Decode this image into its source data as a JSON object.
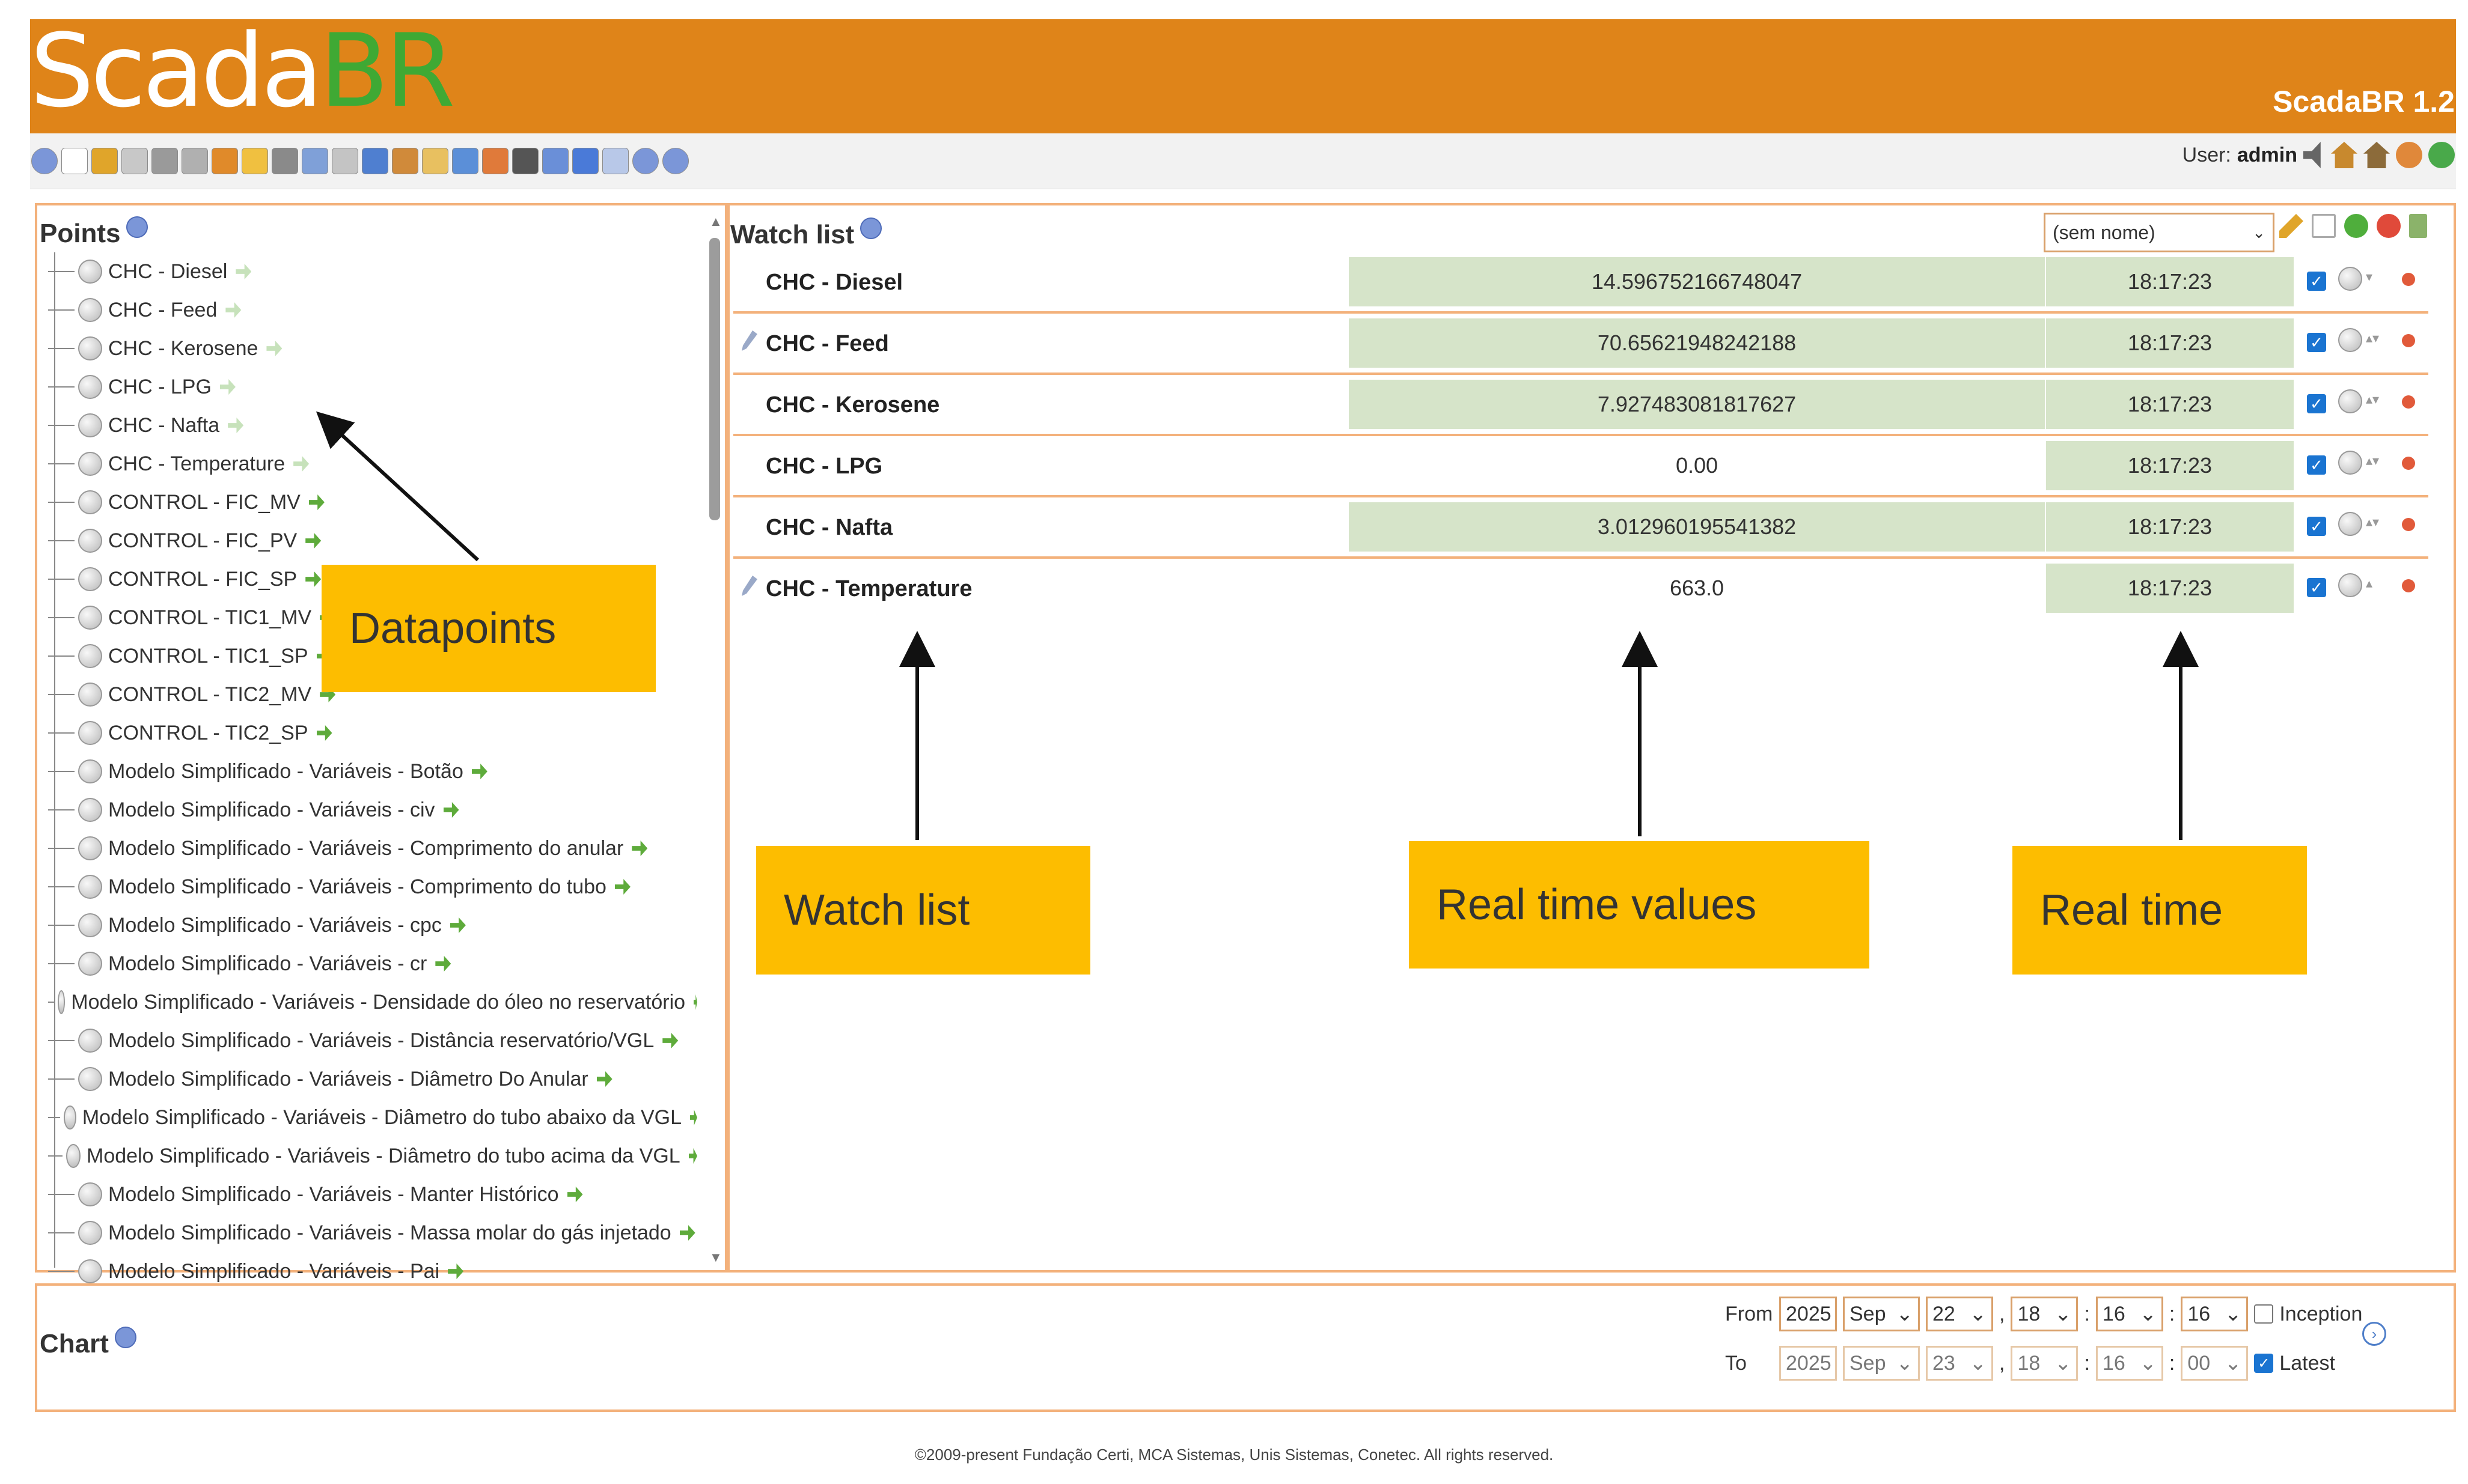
{
  "app": {
    "logo_part1": "Scada",
    "logo_part2": "BR",
    "version": "ScadaBR 1.2",
    "user_label": "User:",
    "user_name": "admin",
    "colors": {
      "header": "#df8419",
      "logo_green": "#3fa934",
      "panel_border": "#f3b17b",
      "value_bg": "#d6e4c9",
      "callout": "#fdbd00"
    }
  },
  "toolbar_icons": [
    "watch-list-icon",
    "new-page-icon",
    "graphic-views-icon",
    "event-log-icon",
    "data-sources-icon",
    "database-icon",
    "event-handlers-icon",
    "compound-events-icon",
    "point-links-icon",
    "scheduled-events-icon",
    "reports-icon",
    "users-icon",
    "user-profiles-icon",
    "mailing-lists-icon",
    "publishers-icon",
    "system-settings-icon",
    "maintenance-icon",
    "sql-icon",
    "import-export-icon",
    "scripts-icon",
    "about-icon",
    "help-icon"
  ],
  "points": {
    "title": "Points",
    "items": [
      {
        "label": "CHC - Diesel",
        "faint": true
      },
      {
        "label": "CHC - Feed",
        "faint": true
      },
      {
        "label": "CHC - Kerosene",
        "faint": true
      },
      {
        "label": "CHC - LPG",
        "faint": true
      },
      {
        "label": "CHC - Nafta",
        "faint": true
      },
      {
        "label": "CHC - Temperature",
        "faint": true
      },
      {
        "label": "CONTROL - FIC_MV",
        "faint": false
      },
      {
        "label": "CONTROL - FIC_PV",
        "faint": false
      },
      {
        "label": "CONTROL - FIC_SP",
        "faint": false
      },
      {
        "label": "CONTROL - TIC1_MV",
        "faint": false
      },
      {
        "label": "CONTROL - TIC1_SP",
        "faint": false
      },
      {
        "label": "CONTROL - TIC2_MV",
        "faint": false
      },
      {
        "label": "CONTROL - TIC2_SP",
        "faint": false
      },
      {
        "label": "Modelo Simplificado - Variáveis - Botão",
        "faint": false
      },
      {
        "label": "Modelo Simplificado - Variáveis - civ",
        "faint": false
      },
      {
        "label": "Modelo Simplificado - Variáveis - Comprimento do anular",
        "faint": false
      },
      {
        "label": "Modelo Simplificado - Variáveis - Comprimento do tubo",
        "faint": false
      },
      {
        "label": "Modelo Simplificado - Variáveis - cpc",
        "faint": false
      },
      {
        "label": "Modelo Simplificado - Variáveis - cr",
        "faint": false
      },
      {
        "label": "Modelo Simplificado - Variáveis - Densidade do óleo no reservatório",
        "faint": false
      },
      {
        "label": "Modelo Simplificado - Variáveis - Distância reservatório/VGL",
        "faint": false
      },
      {
        "label": "Modelo Simplificado - Variáveis - Diâmetro Do Anular",
        "faint": false
      },
      {
        "label": "Modelo Simplificado - Variáveis - Diâmetro do tubo abaixo da VGL",
        "faint": false
      },
      {
        "label": "Modelo Simplificado - Variáveis - Diâmetro do tubo acima da VGL",
        "faint": false
      },
      {
        "label": "Modelo Simplificado - Variáveis - Manter Histórico",
        "faint": false
      },
      {
        "label": "Modelo Simplificado - Variáveis - Massa molar do gás injetado",
        "faint": false
      },
      {
        "label": "Modelo Simplificado - Variáveis - Pai",
        "faint": false
      }
    ]
  },
  "watchlist": {
    "title": "Watch list",
    "selected": "(sem nome)",
    "rows": [
      {
        "name": "CHC - Diesel",
        "value": "14.596752166748047",
        "time": "18:17:23",
        "editable": false,
        "value_bg": true,
        "controls": "▾"
      },
      {
        "name": "CHC - Feed",
        "value": "70.65621948242188",
        "time": "18:17:23",
        "editable": true,
        "value_bg": true,
        "controls": "▴▾"
      },
      {
        "name": "CHC - Kerosene",
        "value": "7.927483081817627",
        "time": "18:17:23",
        "editable": false,
        "value_bg": true,
        "controls": "▴▾"
      },
      {
        "name": "CHC - LPG",
        "value": "0.00",
        "time": "18:17:23",
        "editable": false,
        "value_bg": false,
        "controls": "▴▾"
      },
      {
        "name": "CHC - Nafta",
        "value": "3.012960195541382",
        "time": "18:17:23",
        "editable": false,
        "value_bg": true,
        "controls": "▴▾"
      },
      {
        "name": "CHC - Temperature",
        "value": "663.0",
        "time": "18:17:23",
        "editable": true,
        "value_bg": false,
        "controls": "▴"
      }
    ]
  },
  "annotations": {
    "datapoints": "Datapoints",
    "watch_list": "Watch list",
    "real_time_values": "Real time values",
    "real_time": "Real time"
  },
  "chart": {
    "title": "Chart",
    "from_label": "From",
    "to_label": "To",
    "from": {
      "year": "2025",
      "month": "Sep",
      "day": "22",
      "hour": "18",
      "minute": "16",
      "second": "16"
    },
    "to": {
      "year": "2025",
      "month": "Sep",
      "day": "23",
      "hour": "18",
      "minute": "16",
      "second": "00"
    },
    "inception_label": "Inception",
    "inception_checked": false,
    "latest_label": "Latest",
    "latest_checked": true
  },
  "footer": "©2009-present Fundação Certi, MCA Sistemas, Unis Sistemas, Conetec. All rights reserved."
}
